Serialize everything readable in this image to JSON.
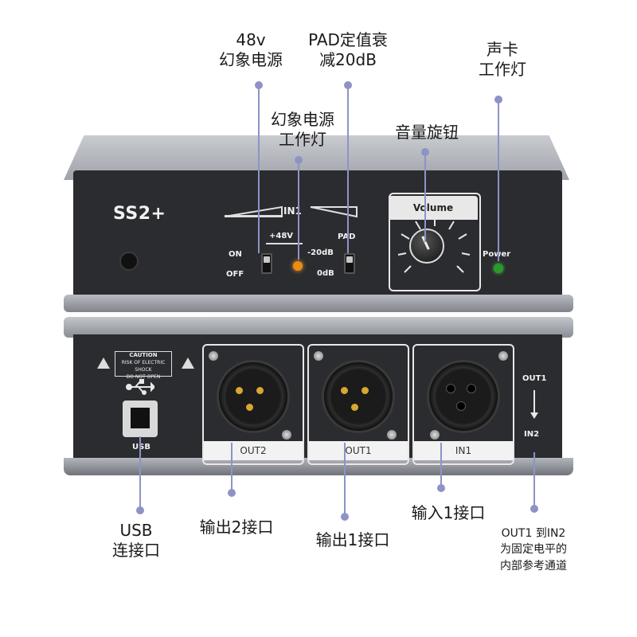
{
  "device": {
    "model": "SS2+",
    "front": {
      "in_label": "IN1",
      "on_label": "ON",
      "off_label": "OFF",
      "phantom_label": "+48V",
      "pad_label": "PAD",
      "pad_on": "-20dB",
      "pad_off": "0dB",
      "volume_label": "Volume",
      "power_label": "Power"
    },
    "back": {
      "caution_title": "CAUTION",
      "caution_line1": "RISK OF ELECTRIC SHOCK",
      "caution_line2": "DO NOT OPEN",
      "usb_label": "USB",
      "out2_label": "OUT2",
      "out1_label": "OUT1",
      "in1_label": "IN1",
      "route_from": "OUT1",
      "route_to": "IN2"
    },
    "colors": {
      "callout_line": "#8e93c6",
      "led_orange": "#f08a10",
      "led_green": "#2a9a2a",
      "xlr_pin": "#d8a830"
    }
  },
  "callouts": {
    "phantom_48v": {
      "line1": "48v",
      "line2": "幻象电源"
    },
    "pad": {
      "line1": "PAD定值衰",
      "line2": "减20dB"
    },
    "phantom_led": {
      "line1": "幻象电源",
      "line2": "工作灯"
    },
    "volume": {
      "line1": "音量旋钮"
    },
    "soundcard_led": {
      "line1": "声卡",
      "line2": "工作灯"
    },
    "usb": {
      "line1": "USB",
      "line2": "连接口"
    },
    "out2": {
      "line1": "输出2接口"
    },
    "out1": {
      "line1": "输出1接口"
    },
    "in1": {
      "line1": "输入1接口"
    },
    "loopback": {
      "line1": "OUT1 到IN2",
      "line2": "为固定电平的",
      "line3": "内部参考通道"
    }
  }
}
